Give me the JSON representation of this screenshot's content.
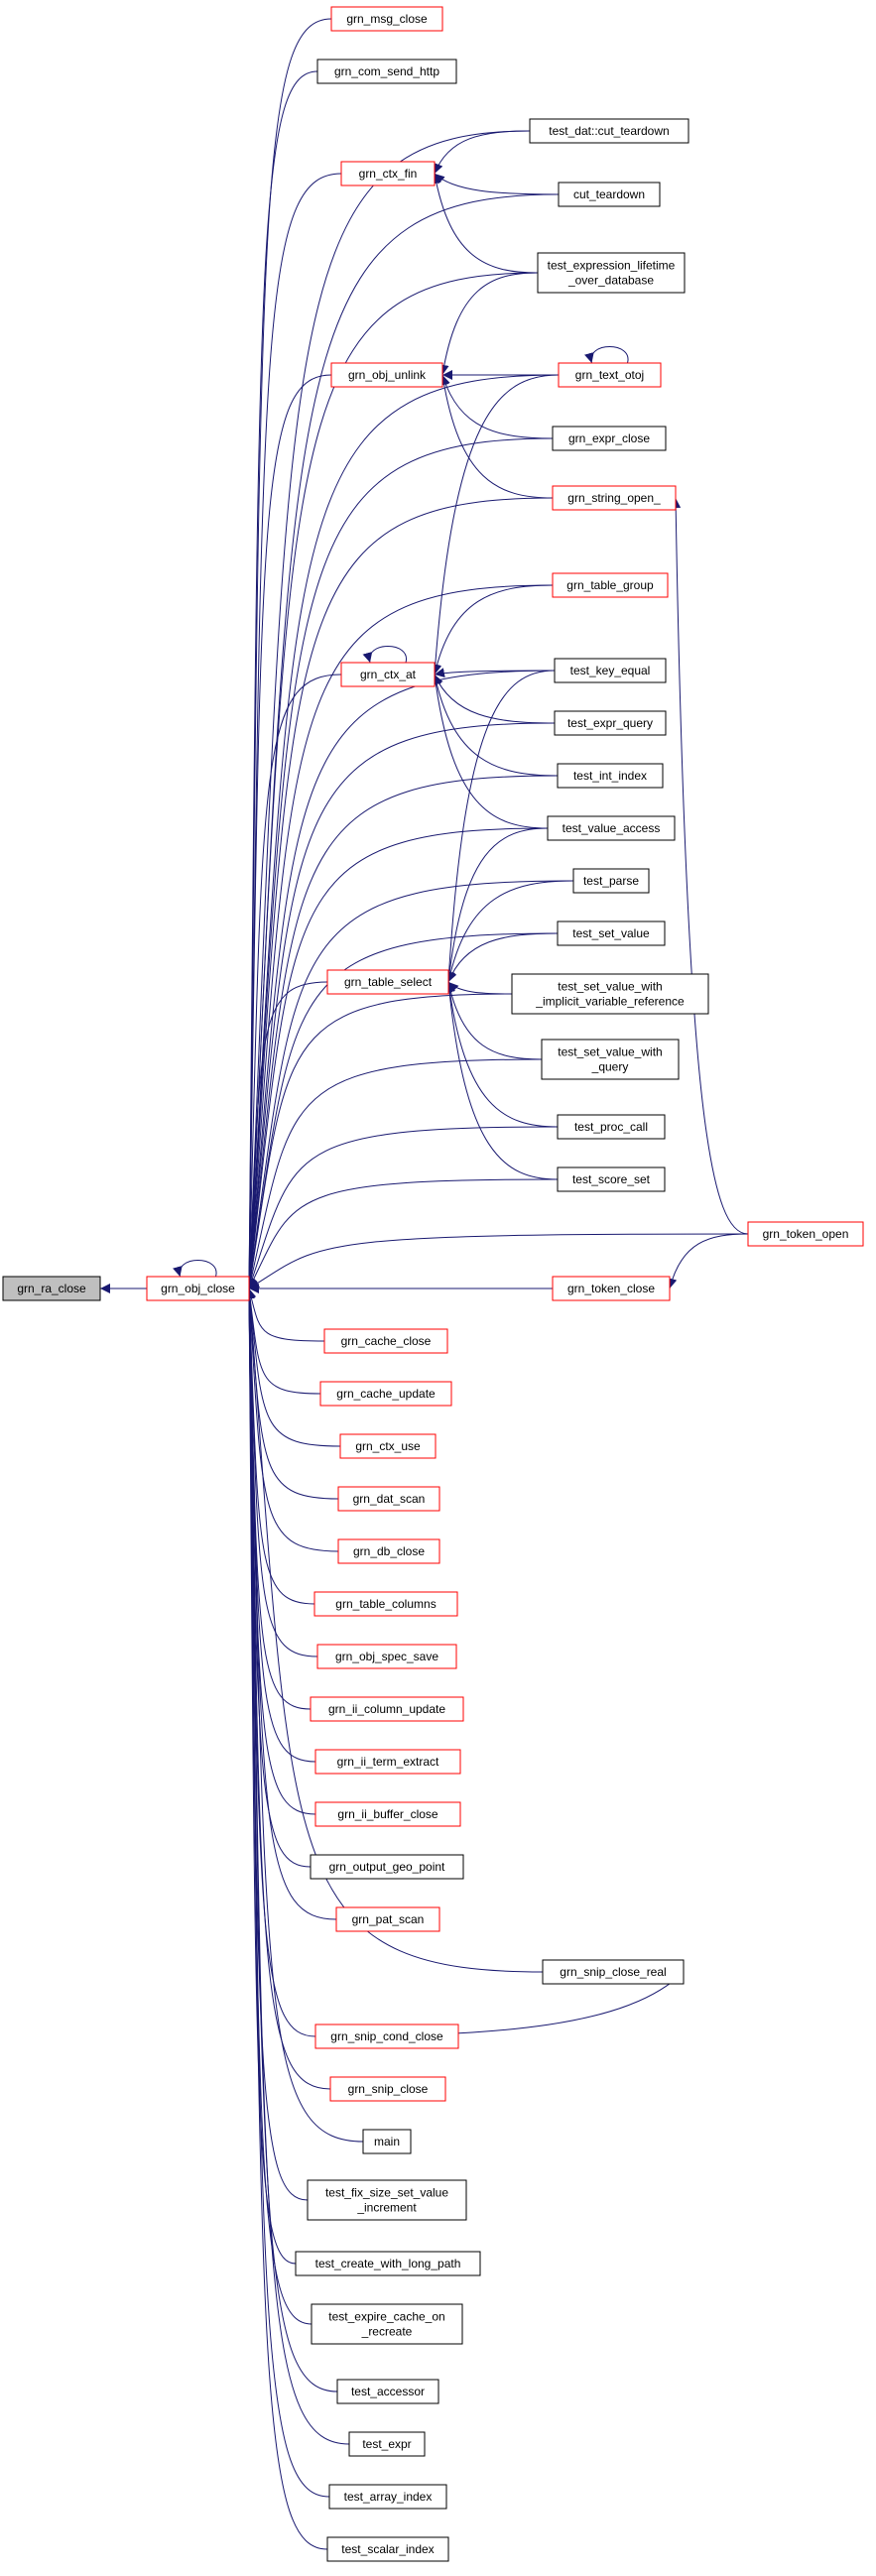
{
  "colors": {
    "edge": "#191970",
    "focus_fill": "#bfbfbf",
    "focus_border": "#000000",
    "red_border": "#ff0000",
    "black_border": "#000000",
    "node_fill": "#ffffff"
  },
  "nodes": {
    "grn_ra_close": {
      "lines": [
        "grn_ra_close"
      ],
      "style": "focus"
    },
    "grn_obj_close": {
      "lines": [
        "grn_obj_close"
      ],
      "style": "red"
    },
    "grn_msg_close": {
      "lines": [
        "grn_msg_close"
      ],
      "style": "red"
    },
    "grn_com_send_http": {
      "lines": [
        "grn_com_send_http"
      ],
      "style": "black"
    },
    "test_dat_cut_teardown": {
      "lines": [
        "test_dat::cut_teardown"
      ],
      "style": "black"
    },
    "grn_ctx_fin": {
      "lines": [
        "grn_ctx_fin"
      ],
      "style": "red"
    },
    "cut_teardown": {
      "lines": [
        "cut_teardown"
      ],
      "style": "black"
    },
    "test_expression_lifetime": {
      "lines": [
        "test_expression_lifetime",
        "_over_database"
      ],
      "style": "black"
    },
    "grn_obj_unlink": {
      "lines": [
        "grn_obj_unlink"
      ],
      "style": "red"
    },
    "grn_text_otoj": {
      "lines": [
        "grn_text_otoj"
      ],
      "style": "red"
    },
    "grn_expr_close": {
      "lines": [
        "grn_expr_close"
      ],
      "style": "black"
    },
    "grn_string_open_": {
      "lines": [
        "grn_string_open_"
      ],
      "style": "red"
    },
    "grn_table_group": {
      "lines": [
        "grn_table_group"
      ],
      "style": "red"
    },
    "grn_ctx_at": {
      "lines": [
        "grn_ctx_at"
      ],
      "style": "red"
    },
    "test_key_equal": {
      "lines": [
        "test_key_equal"
      ],
      "style": "black"
    },
    "test_expr_query": {
      "lines": [
        "test_expr_query"
      ],
      "style": "black"
    },
    "test_int_index": {
      "lines": [
        "test_int_index"
      ],
      "style": "black"
    },
    "test_value_access": {
      "lines": [
        "test_value_access"
      ],
      "style": "black"
    },
    "test_parse": {
      "lines": [
        "test_parse"
      ],
      "style": "black"
    },
    "test_set_value": {
      "lines": [
        "test_set_value"
      ],
      "style": "black"
    },
    "grn_table_select": {
      "lines": [
        "grn_table_select"
      ],
      "style": "red"
    },
    "test_set_value_with_implicit": {
      "lines": [
        "test_set_value_with",
        "_implicit_variable_reference"
      ],
      "style": "black"
    },
    "test_set_value_with_query": {
      "lines": [
        "test_set_value_with",
        "_query"
      ],
      "style": "black"
    },
    "test_proc_call": {
      "lines": [
        "test_proc_call"
      ],
      "style": "black"
    },
    "test_score_set": {
      "lines": [
        "test_score_set"
      ],
      "style": "black"
    },
    "grn_token_open": {
      "lines": [
        "grn_token_open"
      ],
      "style": "red"
    },
    "grn_token_close": {
      "lines": [
        "grn_token_close"
      ],
      "style": "red"
    },
    "grn_cache_close": {
      "lines": [
        "grn_cache_close"
      ],
      "style": "red"
    },
    "grn_cache_update": {
      "lines": [
        "grn_cache_update"
      ],
      "style": "red"
    },
    "grn_ctx_use": {
      "lines": [
        "grn_ctx_use"
      ],
      "style": "red"
    },
    "grn_dat_scan": {
      "lines": [
        "grn_dat_scan"
      ],
      "style": "red"
    },
    "grn_db_close": {
      "lines": [
        "grn_db_close"
      ],
      "style": "red"
    },
    "grn_table_columns": {
      "lines": [
        "grn_table_columns"
      ],
      "style": "red"
    },
    "grn_obj_spec_save": {
      "lines": [
        "grn_obj_spec_save"
      ],
      "style": "red"
    },
    "grn_ii_column_update": {
      "lines": [
        "grn_ii_column_update"
      ],
      "style": "red"
    },
    "grn_ii_term_extract": {
      "lines": [
        "grn_ii_term_extract"
      ],
      "style": "red"
    },
    "grn_ii_buffer_close": {
      "lines": [
        "grn_ii_buffer_close"
      ],
      "style": "red"
    },
    "grn_output_geo_point": {
      "lines": [
        "grn_output_geo_point"
      ],
      "style": "black"
    },
    "grn_pat_scan": {
      "lines": [
        "grn_pat_scan"
      ],
      "style": "red"
    },
    "grn_snip_close_real": {
      "lines": [
        "grn_snip_close_real"
      ],
      "style": "black"
    },
    "grn_snip_cond_close": {
      "lines": [
        "grn_snip_cond_close"
      ],
      "style": "red"
    },
    "grn_snip_close": {
      "lines": [
        "grn_snip_close"
      ],
      "style": "red"
    },
    "main": {
      "lines": [
        "main"
      ],
      "style": "black"
    },
    "test_fix_size_set_value": {
      "lines": [
        "test_fix_size_set_value",
        "_increment"
      ],
      "style": "black"
    },
    "test_create_with_long_path": {
      "lines": [
        "test_create_with_long_path"
      ],
      "style": "black"
    },
    "test_expire_cache_on": {
      "lines": [
        "test_expire_cache_on",
        "_recreate"
      ],
      "style": "black"
    },
    "test_accessor": {
      "lines": [
        "test_accessor"
      ],
      "style": "black"
    },
    "test_expr": {
      "lines": [
        "test_expr"
      ],
      "style": "black"
    },
    "test_array_index": {
      "lines": [
        "test_array_index"
      ],
      "style": "black"
    },
    "test_scalar_index": {
      "lines": [
        "test_scalar_index"
      ],
      "style": "black"
    }
  },
  "edges": [
    [
      "grn_ra_close",
      "grn_obj_close"
    ],
    [
      "grn_obj_close",
      "grn_obj_close"
    ],
    [
      "grn_obj_close",
      "grn_msg_close"
    ],
    [
      "grn_obj_close",
      "grn_com_send_http"
    ],
    [
      "grn_obj_close",
      "test_dat_cut_teardown"
    ],
    [
      "grn_obj_close",
      "grn_ctx_fin"
    ],
    [
      "grn_obj_close",
      "cut_teardown"
    ],
    [
      "grn_obj_close",
      "test_expression_lifetime"
    ],
    [
      "grn_obj_close",
      "grn_obj_unlink"
    ],
    [
      "grn_obj_close",
      "grn_text_otoj"
    ],
    [
      "grn_obj_close",
      "grn_expr_close"
    ],
    [
      "grn_obj_close",
      "grn_string_open_"
    ],
    [
      "grn_obj_close",
      "grn_table_group"
    ],
    [
      "grn_obj_close",
      "test_key_equal"
    ],
    [
      "grn_obj_close",
      "grn_ctx_at"
    ],
    [
      "grn_obj_close",
      "test_expr_query"
    ],
    [
      "grn_obj_close",
      "test_int_index"
    ],
    [
      "grn_obj_close",
      "test_value_access"
    ],
    [
      "grn_obj_close",
      "test_parse"
    ],
    [
      "grn_obj_close",
      "test_set_value"
    ],
    [
      "grn_obj_close",
      "grn_table_select"
    ],
    [
      "grn_obj_close",
      "test_set_value_with_implicit"
    ],
    [
      "grn_obj_close",
      "test_set_value_with_query"
    ],
    [
      "grn_obj_close",
      "test_proc_call"
    ],
    [
      "grn_obj_close",
      "test_score_set"
    ],
    [
      "grn_obj_close",
      "grn_token_open"
    ],
    [
      "grn_obj_close",
      "grn_token_close"
    ],
    [
      "grn_obj_close",
      "grn_cache_close"
    ],
    [
      "grn_obj_close",
      "grn_cache_update"
    ],
    [
      "grn_obj_close",
      "grn_ctx_use"
    ],
    [
      "grn_obj_close",
      "grn_dat_scan"
    ],
    [
      "grn_obj_close",
      "grn_db_close"
    ],
    [
      "grn_obj_close",
      "grn_table_columns"
    ],
    [
      "grn_obj_close",
      "grn_obj_spec_save"
    ],
    [
      "grn_obj_close",
      "grn_ii_column_update"
    ],
    [
      "grn_obj_close",
      "grn_ii_term_extract"
    ],
    [
      "grn_obj_close",
      "grn_ii_buffer_close"
    ],
    [
      "grn_obj_close",
      "grn_output_geo_point"
    ],
    [
      "grn_obj_close",
      "grn_pat_scan"
    ],
    [
      "grn_obj_close",
      "grn_snip_close_real"
    ],
    [
      "grn_obj_close",
      "grn_snip_cond_close"
    ],
    [
      "grn_obj_close",
      "grn_snip_close"
    ],
    [
      "grn_obj_close",
      "main"
    ],
    [
      "grn_obj_close",
      "test_fix_size_set_value"
    ],
    [
      "grn_obj_close",
      "test_create_with_long_path"
    ],
    [
      "grn_obj_close",
      "test_expire_cache_on"
    ],
    [
      "grn_obj_close",
      "test_accessor"
    ],
    [
      "grn_obj_close",
      "test_expr"
    ],
    [
      "grn_obj_close",
      "test_array_index"
    ],
    [
      "grn_obj_close",
      "test_scalar_index"
    ],
    [
      "grn_ctx_fin",
      "test_dat_cut_teardown"
    ],
    [
      "grn_ctx_fin",
      "cut_teardown"
    ],
    [
      "grn_ctx_fin",
      "test_expression_lifetime"
    ],
    [
      "grn_obj_unlink",
      "test_expression_lifetime"
    ],
    [
      "grn_obj_unlink",
      "grn_text_otoj"
    ],
    [
      "grn_obj_unlink",
      "grn_expr_close"
    ],
    [
      "grn_obj_unlink",
      "grn_string_open_"
    ],
    [
      "grn_text_otoj",
      "grn_text_otoj"
    ],
    [
      "grn_string_open_",
      "grn_token_open"
    ],
    [
      "grn_ctx_at",
      "grn_ctx_at"
    ],
    [
      "grn_ctx_at",
      "grn_table_group"
    ],
    [
      "grn_ctx_at",
      "test_key_equal"
    ],
    [
      "grn_ctx_at",
      "test_expr_query"
    ],
    [
      "grn_ctx_at",
      "test_int_index"
    ],
    [
      "grn_ctx_at",
      "test_value_access"
    ],
    [
      "grn_ctx_at",
      "grn_text_otoj"
    ],
    [
      "grn_table_select",
      "test_key_equal"
    ],
    [
      "grn_table_select",
      "test_value_access"
    ],
    [
      "grn_table_select",
      "test_parse"
    ],
    [
      "grn_table_select",
      "test_set_value"
    ],
    [
      "grn_table_select",
      "test_set_value_with_implicit"
    ],
    [
      "grn_table_select",
      "test_set_value_with_query"
    ],
    [
      "grn_table_select",
      "test_proc_call"
    ],
    [
      "grn_table_select",
      "test_score_set"
    ],
    [
      "grn_token_close",
      "grn_token_open"
    ],
    [
      "grn_snip_close_real",
      "grn_snip_cond_close"
    ]
  ]
}
